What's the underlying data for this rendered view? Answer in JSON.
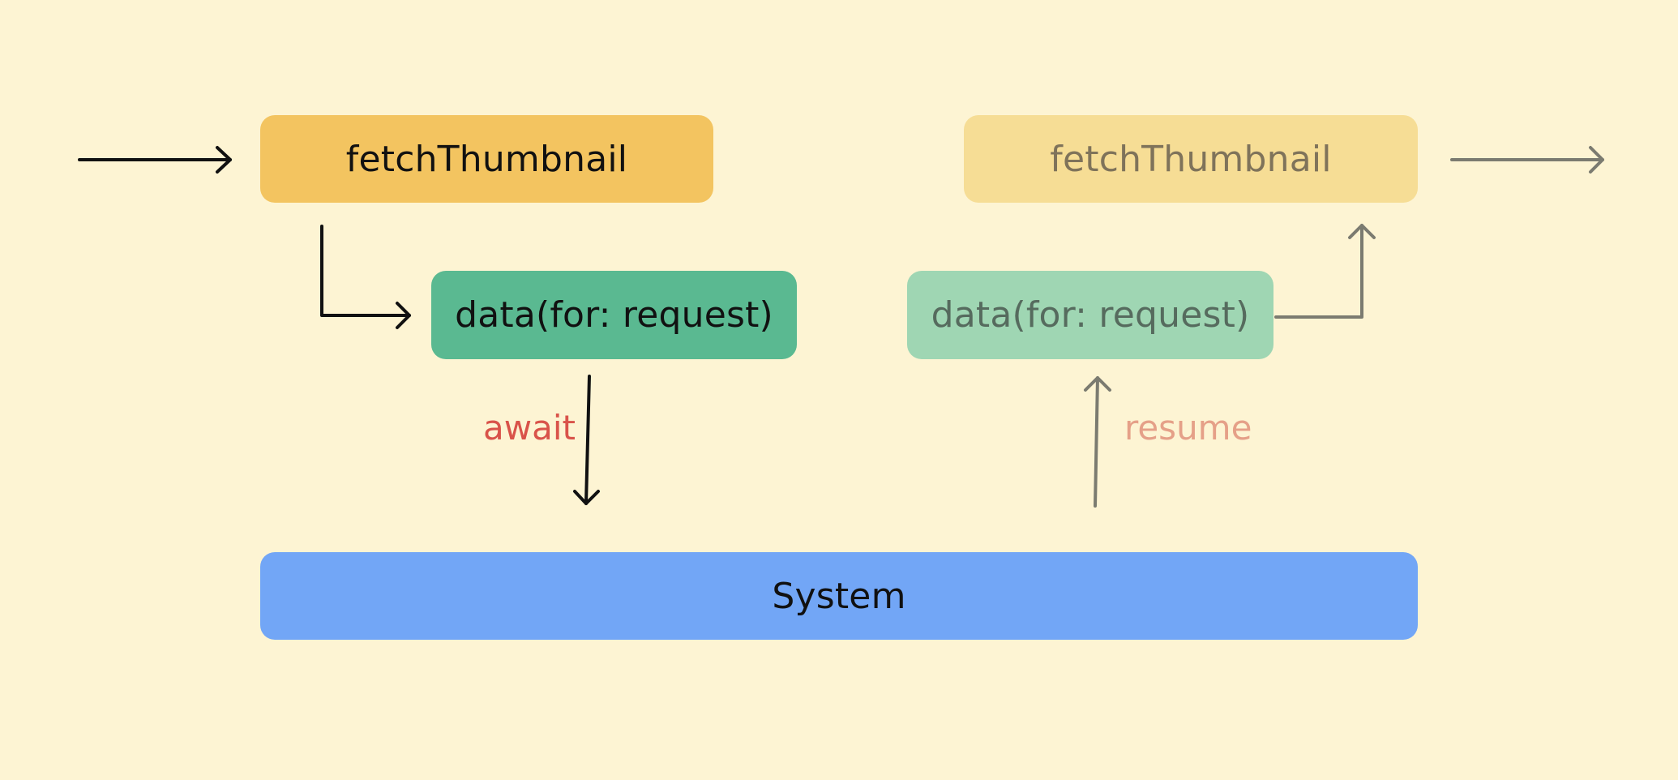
{
  "diagram": {
    "fetch_thumbnail_active": "fetchThumbnail",
    "data_request_active": "data(for: request)",
    "await_label": "await",
    "system_label": "System",
    "resume_label": "resume",
    "data_request_resumed": "data(for: request)",
    "fetch_thumbnail_resumed": "fetchThumbnail"
  },
  "colors": {
    "background": "#fdf4d3",
    "fetch_active": "#f3c460",
    "fetch_faded": "#f6dd95",
    "data_active": "#5ab991",
    "data_faded": "#9fd6b3",
    "system": "#72a6f6",
    "await": "#d9534a",
    "resume": "#e5a088",
    "arrow_active": "#111111",
    "arrow_faded": "#7b7b70"
  }
}
